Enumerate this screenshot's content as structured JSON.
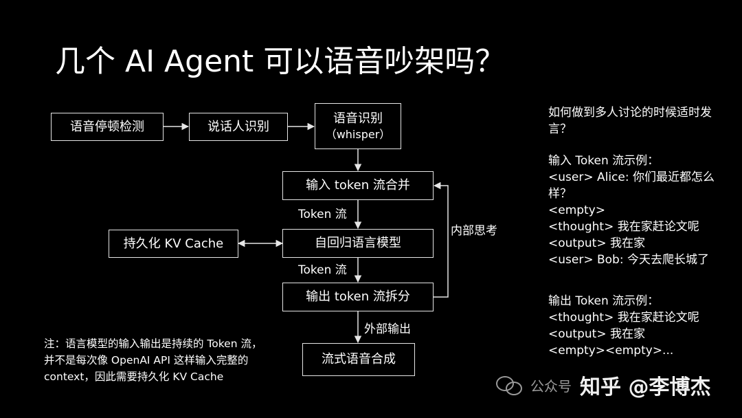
{
  "title": "几个 AI Agent 可以语音吵架吗？",
  "diagram": {
    "pause_detection": "语音停顿检测",
    "speaker_id": "说话人识别",
    "asr": "语音识别",
    "asr_sub": "（whisper）",
    "input_merge": "输入 token 流合并",
    "token_flow_1": "Token 流",
    "kv_cache": "持久化 KV Cache",
    "llm": "自回归语言模型",
    "token_flow_2": "Token 流",
    "output_split": "输出 token 流拆分",
    "internal_thought": "内部思考",
    "external_output": "外部输出",
    "tts": "流式语音合成"
  },
  "side": {
    "question": "如何做到多人讨论的时候适时发言？",
    "input_heading": "输入 Token 流示例：",
    "input_lines": [
      "<user> Alice: 你们最近都怎么样？",
      "<empty>",
      "<thought> 我在家赶论文呢",
      "<output> 我在家",
      "<user> Bob: 今天去爬长城了"
    ],
    "output_heading": "输出 Token 流示例：",
    "output_lines": [
      "<thought> 我在家赶论文呢",
      "<output> 我在家",
      "<empty><empty>..."
    ]
  },
  "note": "注：语言模型的输入输出是持续的 Token 流，并不是每次像 OpenAI API 这样输入完整的 context，因此需要持久化 KV Cache",
  "watermark": {
    "small": "公众号",
    "big": "知乎 @李博杰"
  },
  "colors": {
    "background": "#000000",
    "foreground": "#ffffff",
    "line": "#e6e6e6"
  }
}
